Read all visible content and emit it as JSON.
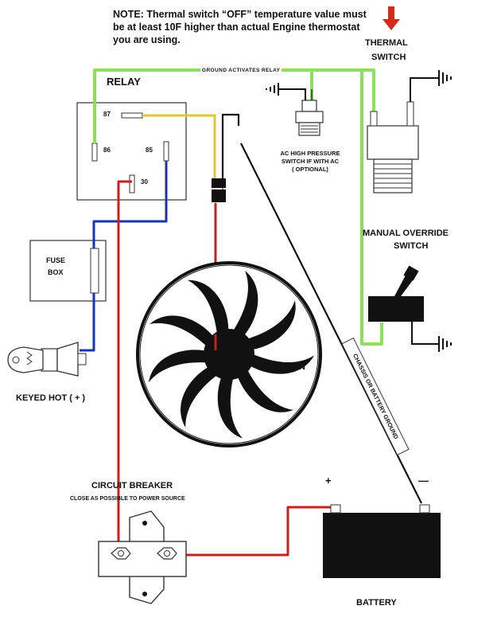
{
  "note": "NOTE: Thermal switch “OFF” temperature value must be at least 10F higher than actual Engine thermostat you are using.",
  "labels": {
    "ground_activates_relay": "GROUND ACTIVATES RELAY",
    "relay": "RELAY",
    "pin_87": "87",
    "pin_86": "86",
    "pin_85": "85",
    "pin_30": "30",
    "fuse_box_line1": "FUSE",
    "fuse_box_line2": "BOX",
    "keyed_hot": "KEYED HOT ( + )",
    "ac_switch_line1": "AC HIGH PRESSURE",
    "ac_switch_line2": "SWITCH IF WITH AC",
    "ac_switch_line3": "( OPTIONAL)",
    "thermal_switch_line1": "THERMAL",
    "thermal_switch_line2": "SWITCH",
    "manual_override_line1": "MANUAL OVERRIDE",
    "manual_override_line2": "SWITCH",
    "fan": "FAN",
    "chassis_ground": "CHASSIS OR BATTERY GROUND",
    "circuit_breaker": "CIRCUIT BREAKER",
    "circuit_breaker_note": "CLOSE AS POSSIBLE TO POWER SOURCE",
    "battery": "BATTERY",
    "plus": "+",
    "minus": "—"
  },
  "colors": {
    "ground_wire": "#8de05a",
    "power_wire": "#c8201c",
    "ignition_wire": "#1a33b0",
    "relay_wire": "#e8c23a",
    "ground_wire_black": "#111111",
    "arrow": "#d42a1c"
  }
}
